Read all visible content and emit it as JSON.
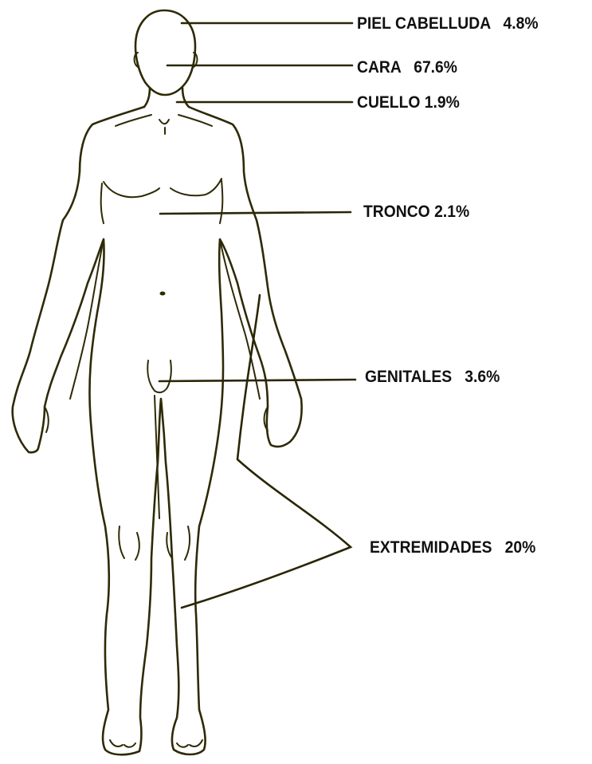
{
  "colors": {
    "outline": "#2e2a06",
    "leader": "#2a2606",
    "label_text": "#111111",
    "background": "#ffffff"
  },
  "labels": {
    "scalp": "PIEL CABELLUDA   4.8%",
    "face": "CARA   67.6%",
    "neck": "CUELLO 1.9%",
    "trunk": "TRONCO 2.1%",
    "genitals": "GENITALES   3.6%",
    "limbs": "EXTREMIDADES   20%"
  }
}
